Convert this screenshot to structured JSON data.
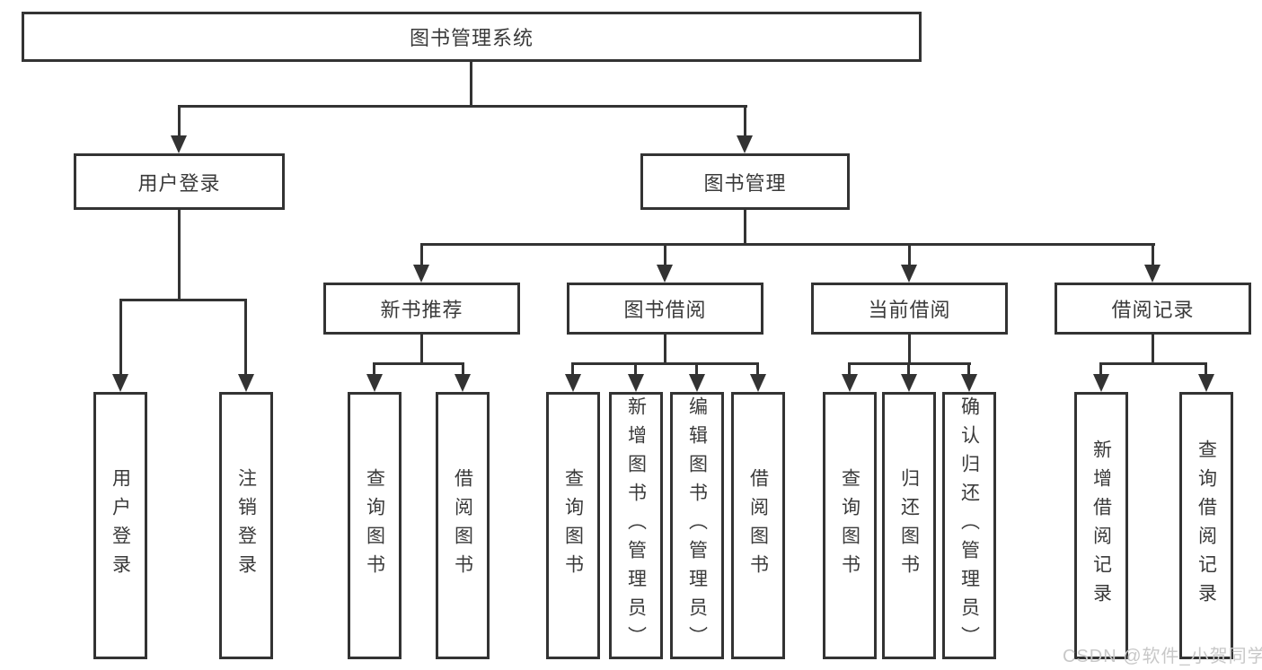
{
  "root": {
    "label": "图书管理系统"
  },
  "branches": [
    {
      "label": "用户登录",
      "leaves": [
        {
          "label": "用户登录"
        },
        {
          "label": "注销登录"
        }
      ]
    },
    {
      "label": "图书管理",
      "subgroups": [
        {
          "label": "新书推荐",
          "leaves": [
            {
              "label": "查询图书"
            },
            {
              "label": "借阅图书"
            }
          ]
        },
        {
          "label": "图书借阅",
          "leaves": [
            {
              "label": "查询图书"
            },
            {
              "label": "新增图书（管理员）"
            },
            {
              "label": "编辑图书（管理员）"
            },
            {
              "label": "借阅图书"
            }
          ]
        },
        {
          "label": "当前借阅",
          "leaves": [
            {
              "label": "查询图书"
            },
            {
              "label": "归还图书"
            },
            {
              "label": "确认归还（管理员）"
            }
          ]
        },
        {
          "label": "借阅记录",
          "leaves": [
            {
              "label": "新增借阅记录"
            },
            {
              "label": "查询借阅记录"
            }
          ]
        }
      ]
    }
  ],
  "watermark": {
    "text": "CSDN @软件_小贺同学"
  },
  "colors": {
    "line": "#333333",
    "text": "#3a3a3a",
    "box_background": "#ffffff",
    "page_background": "#ffffff",
    "watermark": "#c8c8c8"
  }
}
